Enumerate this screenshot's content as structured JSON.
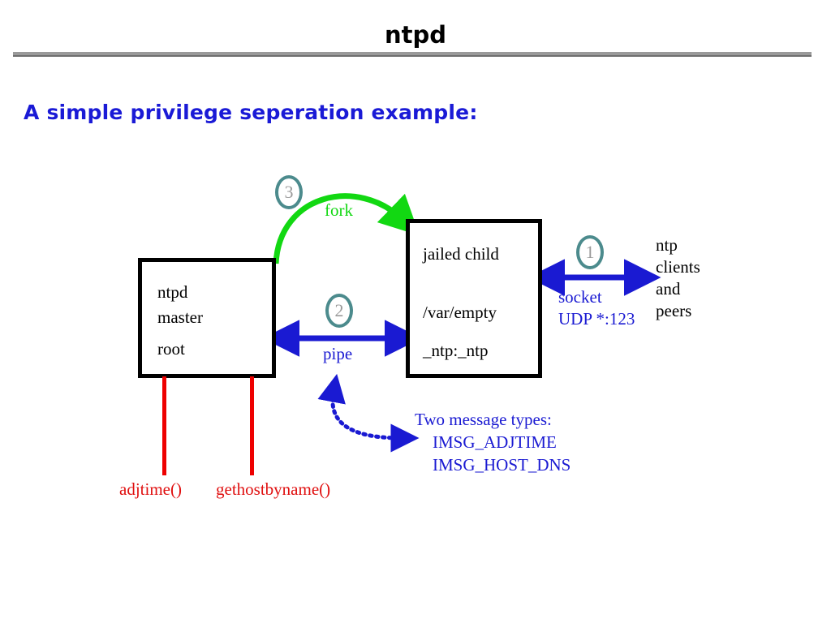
{
  "slide": {
    "title": "ntpd",
    "subtitle": "A simple privilege seperation example:"
  },
  "colors": {
    "title_rule": "#9a9a9a",
    "subtitle": "#1a1ad6",
    "blue": "#1a1ad2",
    "red": "#e01010",
    "green": "#12d812",
    "badge_outline": "#4c8b8d",
    "badge_number": "#9a9a9a",
    "box_border": "#000000"
  },
  "boxes": {
    "master": {
      "name": "ntpd master process",
      "lines": [
        "ntpd",
        "master",
        "root"
      ]
    },
    "child": {
      "name": "jailed child process",
      "lines": [
        "jailed child",
        "/var/empty",
        "_ntp:_ntp"
      ]
    }
  },
  "badges": {
    "one": "1",
    "two": "2",
    "three": "3"
  },
  "connections": {
    "fork": {
      "label": "fork",
      "badge": "3",
      "style": "curved-arrow",
      "color": "#12d812"
    },
    "pipe": {
      "label": "pipe",
      "badge": "2",
      "style": "double-arrow",
      "color": "#1a1ad2"
    },
    "socket": {
      "label_line1": "socket",
      "label_line2": "UDP *:123",
      "badge": "1",
      "style": "double-arrow",
      "color": "#1a1ad2"
    },
    "messages": {
      "style": "dotted-curved-double-arrow",
      "color": "#1a1ad2"
    }
  },
  "external": {
    "clients": [
      "ntp",
      "clients",
      "and",
      "peers"
    ]
  },
  "messages": {
    "heading": "Two message types:",
    "items": [
      "IMSG_ADJTIME",
      "IMSG_HOST_DNS"
    ]
  },
  "syscalls": {
    "left": "adjtime()",
    "right": "gethostbyname()"
  }
}
